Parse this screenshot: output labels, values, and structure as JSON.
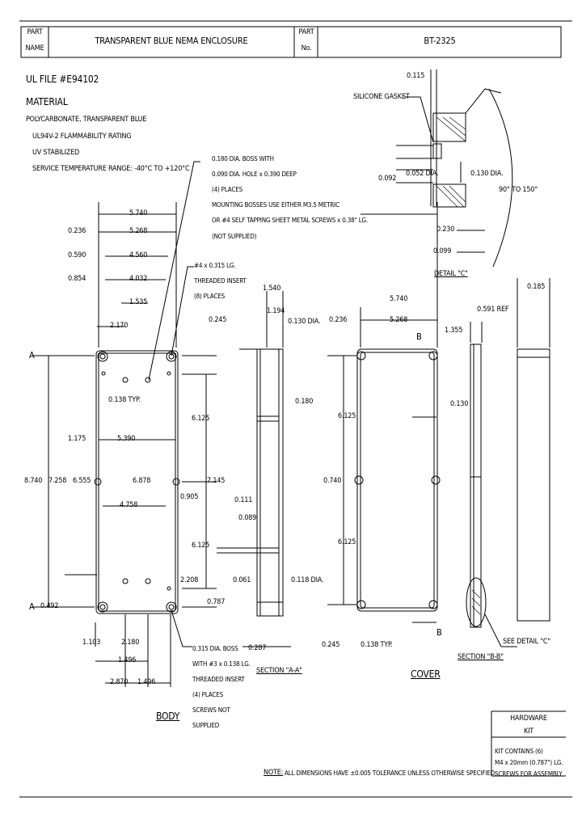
{
  "title_block": {
    "part_name_label_1": "PART",
    "part_name_label_2": "NAME",
    "part_name": "TRANSPARENT BLUE NEMA ENCLOSURE",
    "part_no_label_1": "PART",
    "part_no_label_2": "No.",
    "part_no": "BT-2325"
  },
  "notes_header": {
    "ul_file": "UL FILE #E94102",
    "material_label": "MATERIAL",
    "material_lines": [
      "POLYCARBONATE, TRANSPARENT BLUE",
      "UL94V-2 FLAMMABILITY RATING",
      "UV STABILIZED",
      "SERVICE TEMPERATURE RANGE: -40°C TO +120°C"
    ]
  },
  "callouts": {
    "boss_note": [
      "0.180 DIA. BOSS WITH",
      "0.090 DIA. HOLE x 0.390 DEEP",
      "(4) PLACES",
      "MOUNTING BOSSES USE EITHER M3.5 METRIC",
      "OR #4 SELF TAPPING SHEET METAL SCREWS x 0.38\" LG.",
      "(NOT SUPPLIED)"
    ],
    "insert_note": [
      "#4 x 0.315 LG.",
      "THREADED INSERT",
      "(8) PLACES"
    ],
    "bottom_boss_note": [
      "0.315 DIA. BOSS",
      "WITH #3 x 0.138 LG.",
      "THREADED INSERT",
      "(4) PLACES",
      "SCREWS NOT",
      "SUPPLIED"
    ],
    "gasket": "SILICONE GASKET",
    "see_detail": "SEE DETAIL \"C\"",
    "angle": "90° TO 150°",
    "typ": "0.138 TYP."
  },
  "dimensions": {
    "body": [
      "5.740",
      "0.236",
      "5.268",
      "0.590",
      "4.560",
      "0.854",
      "4.032",
      "1.535",
      "2.170",
      "0.245",
      "6.125",
      "1.175",
      "5.390",
      "6.878",
      "4.758",
      "0.492",
      "1.103",
      "2.180",
      "1.496",
      "2.870",
      "1.496",
      "8.740",
      "7.258",
      "6.555",
      "7.145",
      "0.905",
      "6.125",
      "2.208",
      "0.787"
    ],
    "section_aa": [
      "1.540",
      "1.194",
      "0.130 DIA.",
      "0.180",
      "0.111",
      "0.089",
      "0.061",
      "0.118 DIA.",
      "0.287"
    ],
    "cover": [
      "5.740",
      "0.236",
      "5.268",
      "6.125",
      "0.740",
      "6.125",
      "0.245",
      "0.138 TYP."
    ],
    "section_bb": [
      "1.355",
      "0.130",
      "0.591 REF",
      "0.185"
    ],
    "detail_c": [
      "0.115",
      "0.052 DIA.",
      "0.092",
      "0.130 DIA.",
      "0.230",
      "0.099"
    ]
  },
  "view_labels": {
    "body": "BODY",
    "section_aa": "SECTION \"A-A\"",
    "cover": "COVER",
    "section_bb": "SECTION \"B-B\"",
    "detail_c": "DETAIL \"C\""
  },
  "section_marks": {
    "a": "A",
    "b": "B"
  },
  "hardware_box": {
    "title": "HARDWARE",
    "kit": "KIT",
    "contents": [
      "KIT CONTAINS (6)",
      "M4 x 20mm (0.787\") LG.",
      "SCREWS FOR ASSEMBLY"
    ]
  },
  "footer_note": {
    "label": "NOTE:",
    "text": "ALL DIMENSIONS HAVE ±0.005 TOLERANCE UNLESS OTHERWISE SPECIFIED."
  }
}
